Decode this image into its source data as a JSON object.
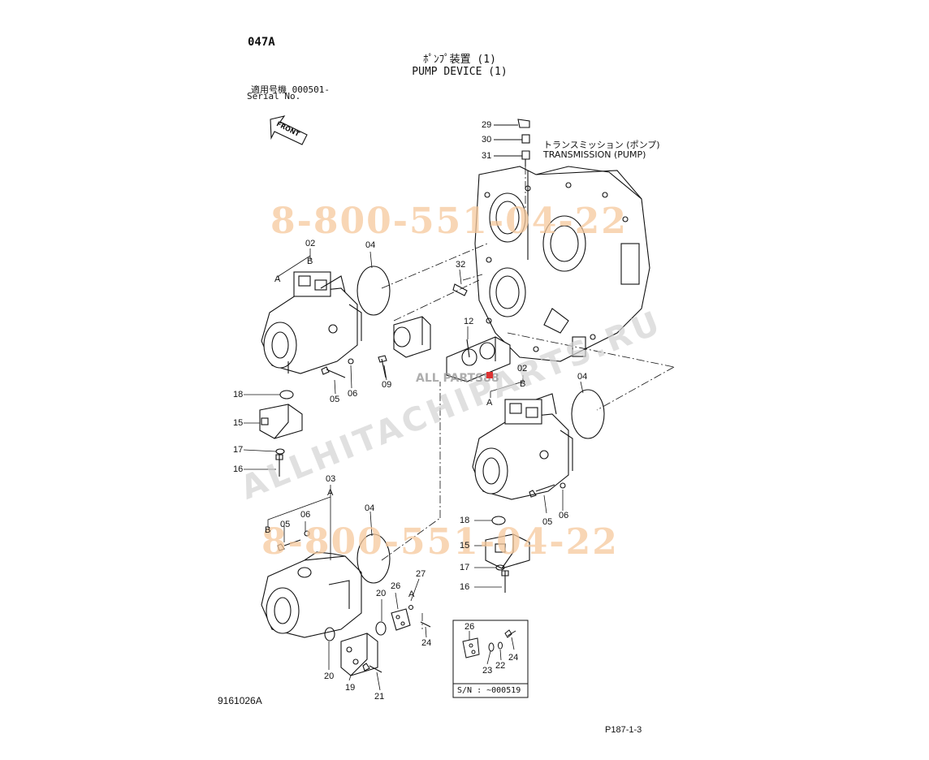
{
  "header": {
    "code": "047A",
    "title_jp": "ﾎﾟﾝﾌﾟ装置 (1)",
    "title_en": "PUMP DEVICE (1)",
    "serial_jp": "適用号機  000501-",
    "serial_en": "Serial No."
  },
  "front_label": "FRONT",
  "transmission": {
    "jp": "トランスミッション (ポンプ)",
    "en": "TRANSMISSION (PUMP)"
  },
  "callouts": {
    "c29": "29",
    "c30": "30",
    "c31": "31",
    "c32": "32",
    "c02a": "02",
    "c02b": "02",
    "c03": "03",
    "c04a": "04",
    "c04b": "04",
    "c04c": "04",
    "c05a": "05",
    "c05b": "05",
    "c05c": "05",
    "c06a": "06",
    "c06b": "06",
    "c06c": "06",
    "c09": "09",
    "c12": "12",
    "c15a": "15",
    "c15b": "15",
    "c16a": "16",
    "c16b": "16",
    "c17a": "17",
    "c17b": "17",
    "c18a": "18",
    "c18b": "18",
    "c19": "19",
    "c20a": "20",
    "c20b": "20",
    "c21": "21",
    "c24a": "24",
    "c26a": "26",
    "c27": "27",
    "lA1": "A",
    "lB1": "B",
    "lA2": "A",
    "lB2": "B",
    "lA3": "A",
    "lB3": "B",
    "lA4": "A"
  },
  "inset": {
    "c26": "26",
    "c23": "23",
    "c22": "22",
    "c24": "24",
    "serial": "S/N : ~000519"
  },
  "footer": {
    "figure_no": "9161026A",
    "page_ref": "P187-1-3"
  },
  "watermarks": {
    "phone_top": "8-800-551-04-22",
    "phone_bottom": "8-800-551-04-22",
    "site": "ALLHITACHIPARTS.RU",
    "logo": "ALL PARTS88"
  }
}
